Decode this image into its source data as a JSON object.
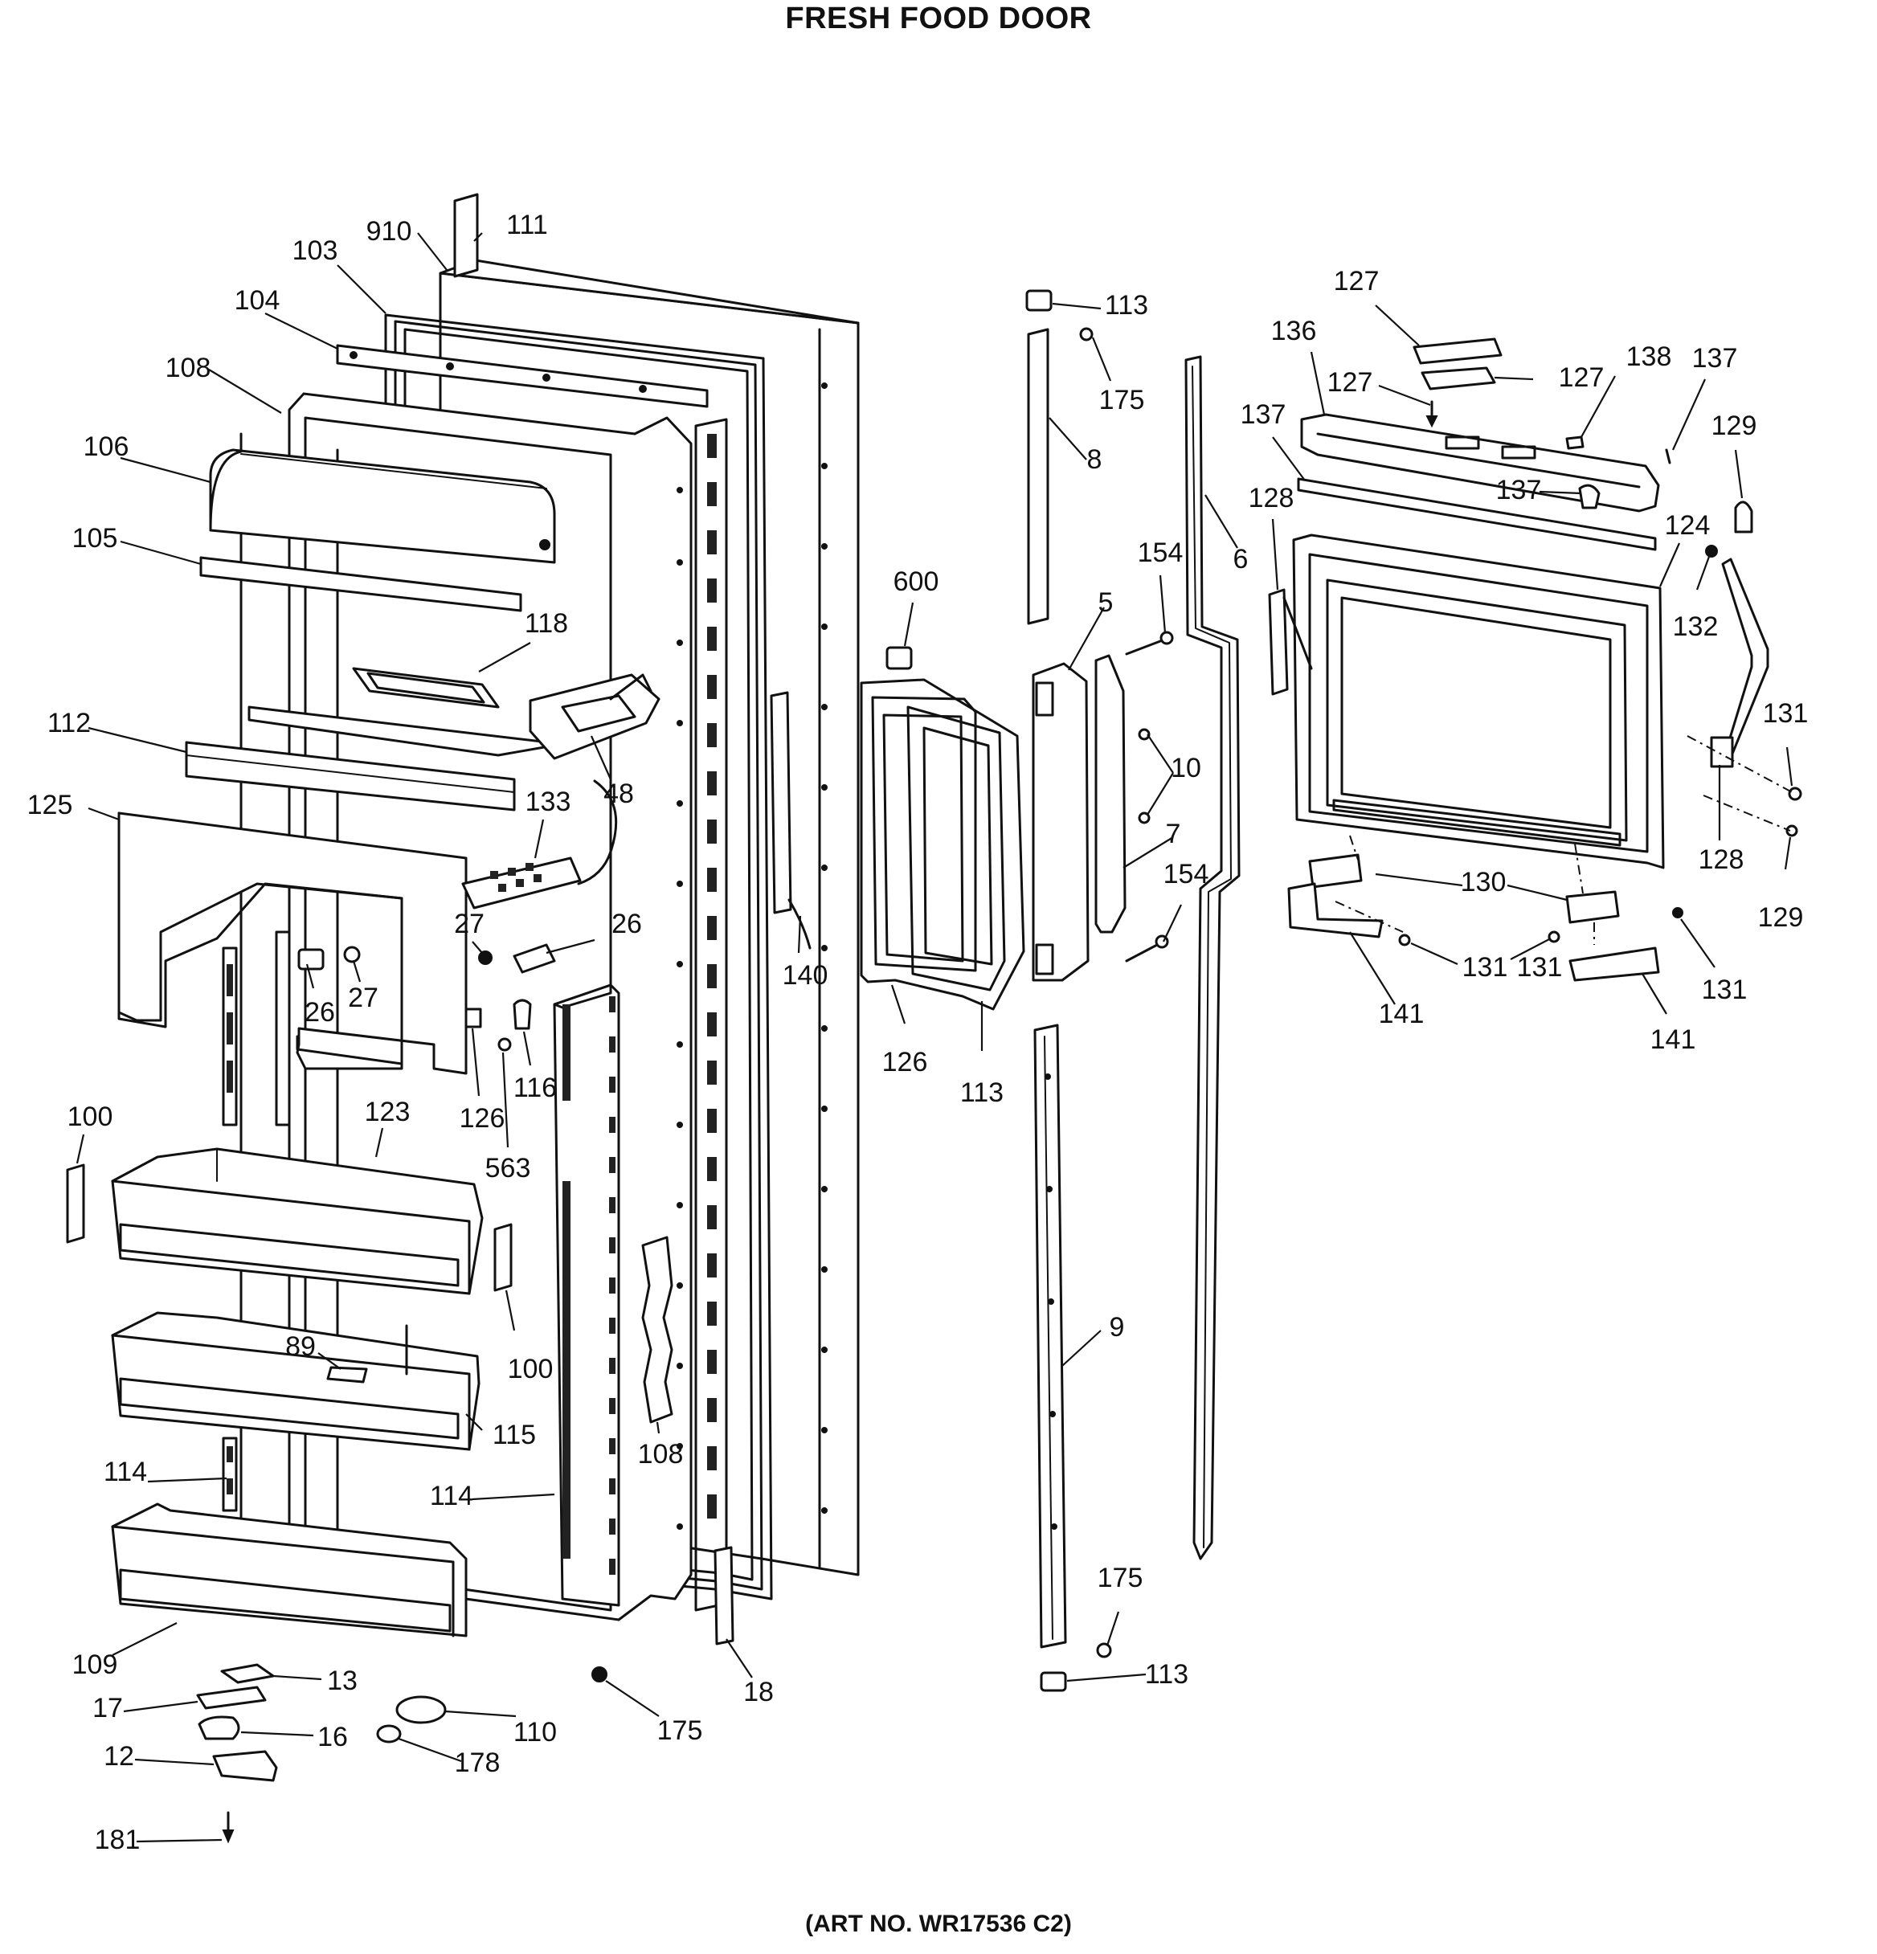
{
  "title": "FRESH FOOD DOOR",
  "art_number": "(ART NO. WR17536 C2)",
  "callouts": [
    {
      "text": "910"
    },
    {
      "text": "111"
    },
    {
      "text": "103"
    },
    {
      "text": "104"
    },
    {
      "text": "108"
    },
    {
      "text": "106"
    },
    {
      "text": "105"
    },
    {
      "text": "118"
    },
    {
      "text": "112"
    },
    {
      "text": "48"
    },
    {
      "text": "125"
    },
    {
      "text": "133"
    },
    {
      "text": "27"
    },
    {
      "text": "26"
    },
    {
      "text": "26"
    },
    {
      "text": "27"
    },
    {
      "text": "126"
    },
    {
      "text": "116"
    },
    {
      "text": "563"
    },
    {
      "text": "100"
    },
    {
      "text": "123"
    },
    {
      "text": "100"
    },
    {
      "text": "89"
    },
    {
      "text": "115"
    },
    {
      "text": "114"
    },
    {
      "text": "114"
    },
    {
      "text": "108"
    },
    {
      "text": "109"
    },
    {
      "text": "13"
    },
    {
      "text": "17"
    },
    {
      "text": "16"
    },
    {
      "text": "12"
    },
    {
      "text": "181"
    },
    {
      "text": "110"
    },
    {
      "text": "178"
    },
    {
      "text": "175"
    },
    {
      "text": "18"
    },
    {
      "text": "140"
    },
    {
      "text": "600"
    },
    {
      "text": "126"
    },
    {
      "text": "113"
    },
    {
      "text": "113"
    },
    {
      "text": "175"
    },
    {
      "text": "8"
    },
    {
      "text": "5"
    },
    {
      "text": "154"
    },
    {
      "text": "10"
    },
    {
      "text": "7"
    },
    {
      "text": "154"
    },
    {
      "text": "6"
    },
    {
      "text": "9"
    },
    {
      "text": "175"
    },
    {
      "text": "113"
    },
    {
      "text": "127"
    },
    {
      "text": "127"
    },
    {
      "text": "127"
    },
    {
      "text": "136"
    },
    {
      "text": "138"
    },
    {
      "text": "137"
    },
    {
      "text": "137"
    },
    {
      "text": "137"
    },
    {
      "text": "129"
    },
    {
      "text": "128"
    },
    {
      "text": "124"
    },
    {
      "text": "132"
    },
    {
      "text": "131"
    },
    {
      "text": "128"
    },
    {
      "text": "129"
    },
    {
      "text": "130"
    },
    {
      "text": "131"
    },
    {
      "text": "131"
    },
    {
      "text": "131"
    },
    {
      "text": "141"
    },
    {
      "text": "141"
    }
  ]
}
